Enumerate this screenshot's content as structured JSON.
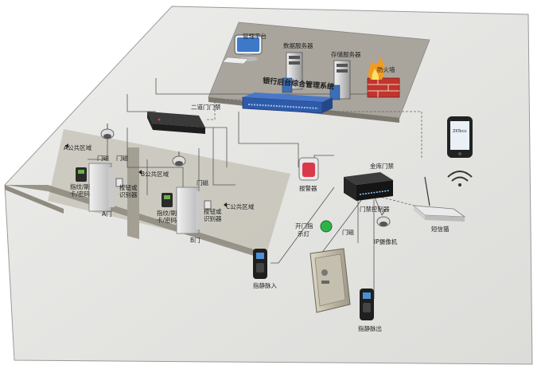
{
  "diagram": {
    "title": "银行后台综合管理系统",
    "nodes": {
      "mgmt_platform": "管理平台",
      "db_server": "数据服务器",
      "storage_server": "存储服务器",
      "firewall": "防火墙",
      "two_door_ac": "二道门门禁",
      "vault_ac": "金库门禁",
      "door_controller": "门禁控制器",
      "alarm": "报警器",
      "sms_cat": "短信猫",
      "ip_camera": "IP摄像机",
      "vein_in": "指静脉入",
      "vein_out": "指静脉出",
      "open_door_light_1": "开门指",
      "open_door_light_2": "示灯",
      "door_mag_vault": "门磁"
    },
    "zones": {
      "public_a": "A公共区域",
      "public_b": "B公共区域",
      "public_c": "C公共区域",
      "door_a": "A门",
      "door_b": "B门"
    },
    "door_a_parts": {
      "mag_1": "门磁",
      "mag_2": "门磁",
      "reader_1": "指纹/刷",
      "reader_2": "卡/密码",
      "button_1": "按钮或",
      "button_2": "识别器"
    },
    "door_b_parts": {
      "mag": "门磁",
      "reader_1": "指纹/刷",
      "reader_2": "卡/密码",
      "button_1": "按钮或",
      "button_2": "识别器"
    },
    "phone_brand": "ZKTeco",
    "colors": {
      "floor": "#e6e6e4",
      "server_room": "#a8a49c",
      "wall": "#8f8b80",
      "switch": "#2f5aa8",
      "indicator": "#2db34a",
      "alarm": "#d9394a"
    }
  }
}
